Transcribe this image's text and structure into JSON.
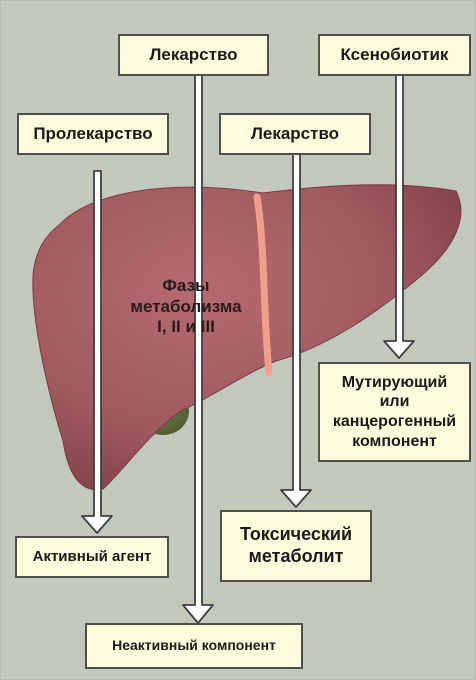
{
  "colors": {
    "background": "#c3c8bd",
    "label_fill": "#fdfbdb",
    "label_border": "#4f4f4f",
    "liver_fill": "#a05a60",
    "gallbladder_fill": "#63703f",
    "ligament": "#f0a08a",
    "arrow": "#ffffff"
  },
  "labels": {
    "drug_top": "Лекарство",
    "xenobiotic": "Ксенобиотик",
    "prodrug": "Пролекарство",
    "drug_middle": "Лекарство",
    "liver_line1": "Фазы",
    "liver_line2": "метаболизма",
    "liver_line3": "I, II и III",
    "mutagenic_line1": "Мутирующий",
    "mutagenic_line2": "или",
    "mutagenic_line3": "канцерогенный",
    "mutagenic_line4": "компонент",
    "toxic_line1": "Токсический",
    "toxic_line2": "метаболит",
    "active_agent": "Активный агент",
    "inactive_component": "Неактивный компонент"
  }
}
